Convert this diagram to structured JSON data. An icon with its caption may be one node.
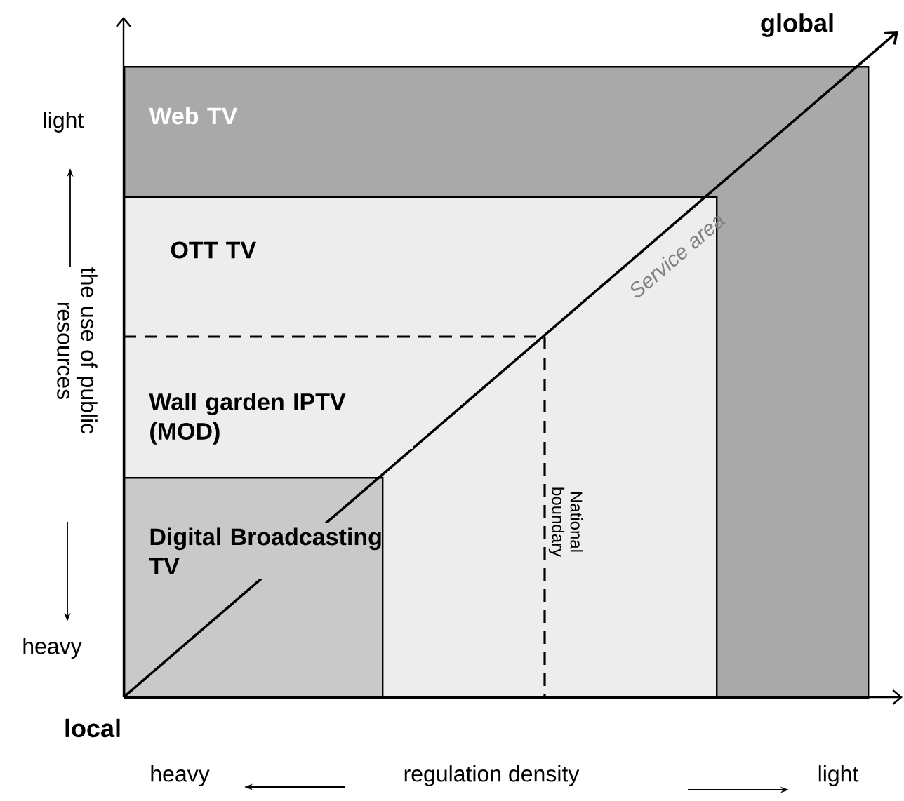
{
  "diagram": {
    "nodes": [
      {
        "text": [
          "Web TV"
        ]
      },
      {
        "text": [
          "OTT TV"
        ],
        "in": 0
      },
      {
        "text": [
          "Wall garden IPTV (MOD)"
        ],
        "in": 1
      },
      {
        "text": [
          "Digital Broadcasting TV"
        ],
        "in": 2
      }
    ],
    "labels": [
      "global",
      "light",
      "the use of public resources",
      "heavy",
      "local",
      "Service area",
      "National boundary",
      "heavy",
      "regulation density",
      "light"
    ]
  }
}
